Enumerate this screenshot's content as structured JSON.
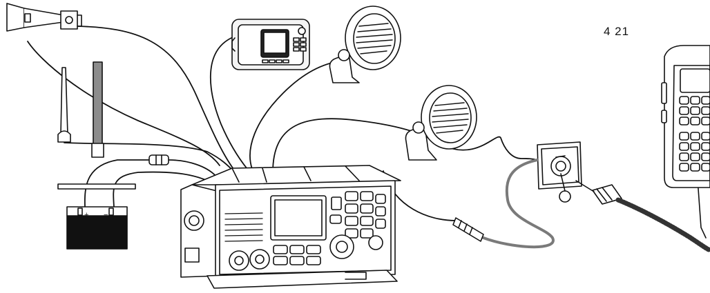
{
  "page": {
    "number": "4  21"
  },
  "battery": {
    "plus": "+",
    "minus": "−"
  },
  "components": [
    {
      "id": "hailer-horn",
      "icon": "loudhailer-horn-icon"
    },
    {
      "id": "vhf-antenna",
      "icon": "whip-antenna-icon"
    },
    {
      "id": "gps-antenna",
      "icon": "stub-antenna-icon"
    },
    {
      "id": "inline-fuse",
      "icon": "fuse-holder-icon"
    },
    {
      "id": "battery",
      "icon": "battery-icon"
    },
    {
      "id": "gps-plotter",
      "icon": "chartplotter-icon"
    },
    {
      "id": "external-speaker-top",
      "icon": "speaker-icon"
    },
    {
      "id": "external-speaker-mid",
      "icon": "speaker-icon"
    },
    {
      "id": "vhf-radio",
      "icon": "vhf-radio-icon"
    },
    {
      "id": "bulkhead-connector",
      "icon": "wall-jack-icon"
    },
    {
      "id": "remote-handset",
      "icon": "handset-microphone-icon"
    }
  ],
  "colors": {
    "line": "#111111",
    "antenna_gray": "#8c8c8c",
    "cable_gray": "#7a7a7a",
    "fill_light": "#f4f4f4"
  }
}
